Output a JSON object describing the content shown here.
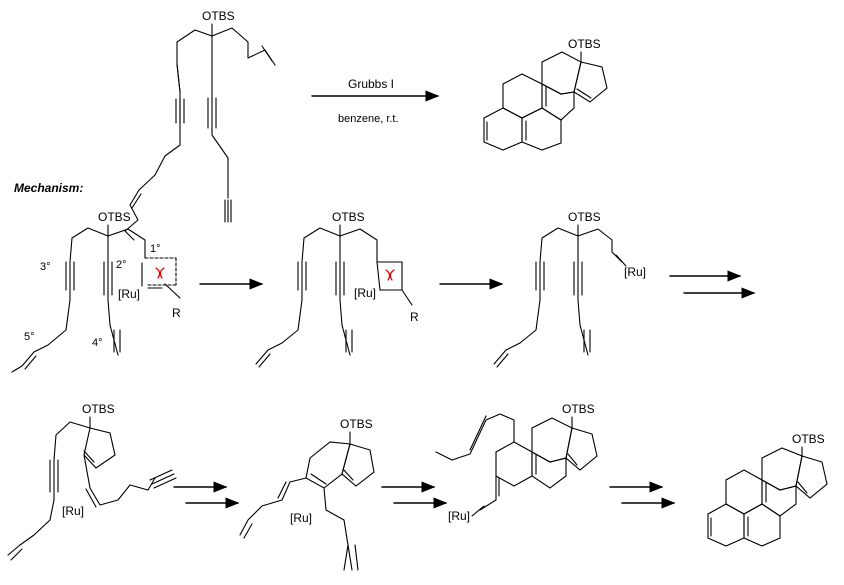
{
  "top_reaction": {
    "reagent": "Grubbs I",
    "conditions": "benzene, r.t."
  },
  "heading": "Mechanism:",
  "atom_labels": {
    "otbs": "OTBS",
    "ru": "[Ru]",
    "r": "R"
  },
  "site_labels": {
    "primary": "1°",
    "secondary": "2°",
    "tertiary": "3°",
    "quaternary": "4°",
    "quinary": "5°"
  }
}
